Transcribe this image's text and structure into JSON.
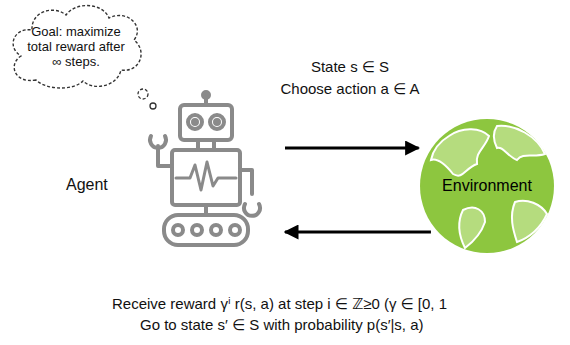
{
  "diagram": {
    "nodes": [
      {
        "text": [
          "Goal: maximize total reward after ∞ steps."
        ]
      },
      {
        "text": [
          "Agent"
        ]
      },
      {
        "text": [
          "Environment"
        ]
      }
    ],
    "edges": [
      {
        "from": 1,
        "to": 2,
        "arrow": "to",
        "label": "Choose action a ∈ A"
      },
      {
        "from": 2,
        "to": 1,
        "arrow": "to",
        "label": "Receive reward γⁱ r(s, a) at step i ∈ ℤ≥0 (γ ∈ [0, 1"
      }
    ],
    "labels": [
      "State s ∈ S",
      "Go to state s′ ∈ S with probability p(s′|s, a)"
    ]
  }
}
